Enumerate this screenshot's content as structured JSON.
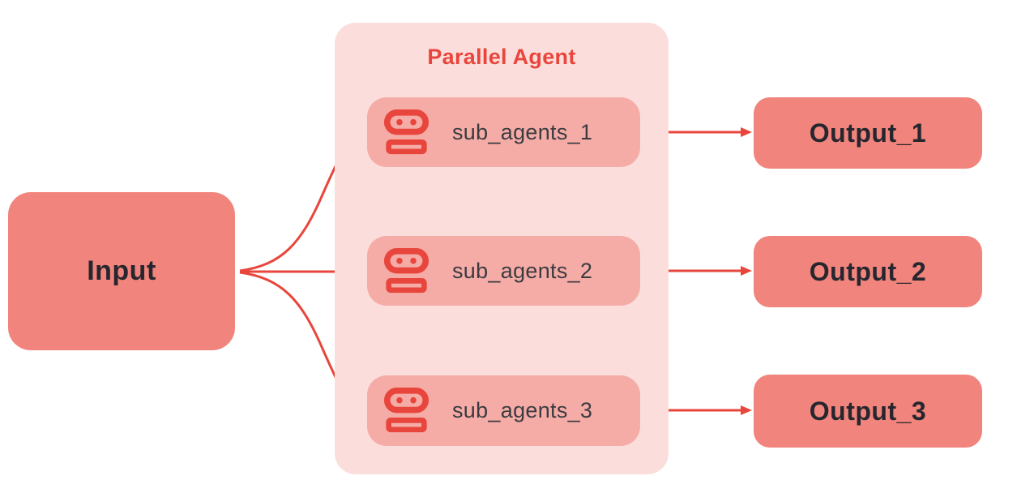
{
  "input": {
    "label": "Input"
  },
  "parallel_agent": {
    "title": "Parallel Agent",
    "agents": [
      {
        "label": "sub_agents_1",
        "icon": "robot-icon"
      },
      {
        "label": "sub_agents_2",
        "icon": "robot-icon"
      },
      {
        "label": "sub_agents_3",
        "icon": "robot-icon"
      }
    ]
  },
  "outputs": [
    {
      "label": "Output_1"
    },
    {
      "label": "Output_2"
    },
    {
      "label": "Output_3"
    }
  ],
  "connections": [
    {
      "from": "input",
      "to": "sub_agents_1"
    },
    {
      "from": "input",
      "to": "sub_agents_2"
    },
    {
      "from": "input",
      "to": "sub_agents_3"
    },
    {
      "from": "sub_agents_1",
      "to": "Output_1"
    },
    {
      "from": "sub_agents_2",
      "to": "Output_2"
    },
    {
      "from": "sub_agents_3",
      "to": "Output_3"
    }
  ],
  "colors": {
    "node-salmon": "#F1847C",
    "agent-pink": "#F5ACA7",
    "container-pink": "#FBDEDC",
    "accent-red": "#E8463C",
    "node-text": "#26262E",
    "agent-text": "#3B3B40",
    "background": "#FFFFFF"
  }
}
